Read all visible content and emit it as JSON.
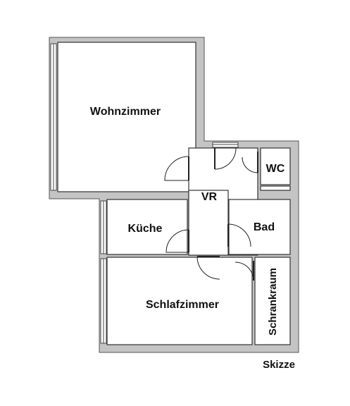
{
  "plan": {
    "rooms": {
      "wohnzimmer": "Wohnzimmer",
      "vr": "VR",
      "wc": "WC",
      "kueche": "Küche",
      "bad": "Bad",
      "schlafzimmer": "Schlafzimmer",
      "schrankraum": "Schrankraum"
    },
    "caption": "Skizze"
  },
  "colors": {
    "wall": "#c4c4c4",
    "room": "#ffffff",
    "line": "#333333"
  }
}
